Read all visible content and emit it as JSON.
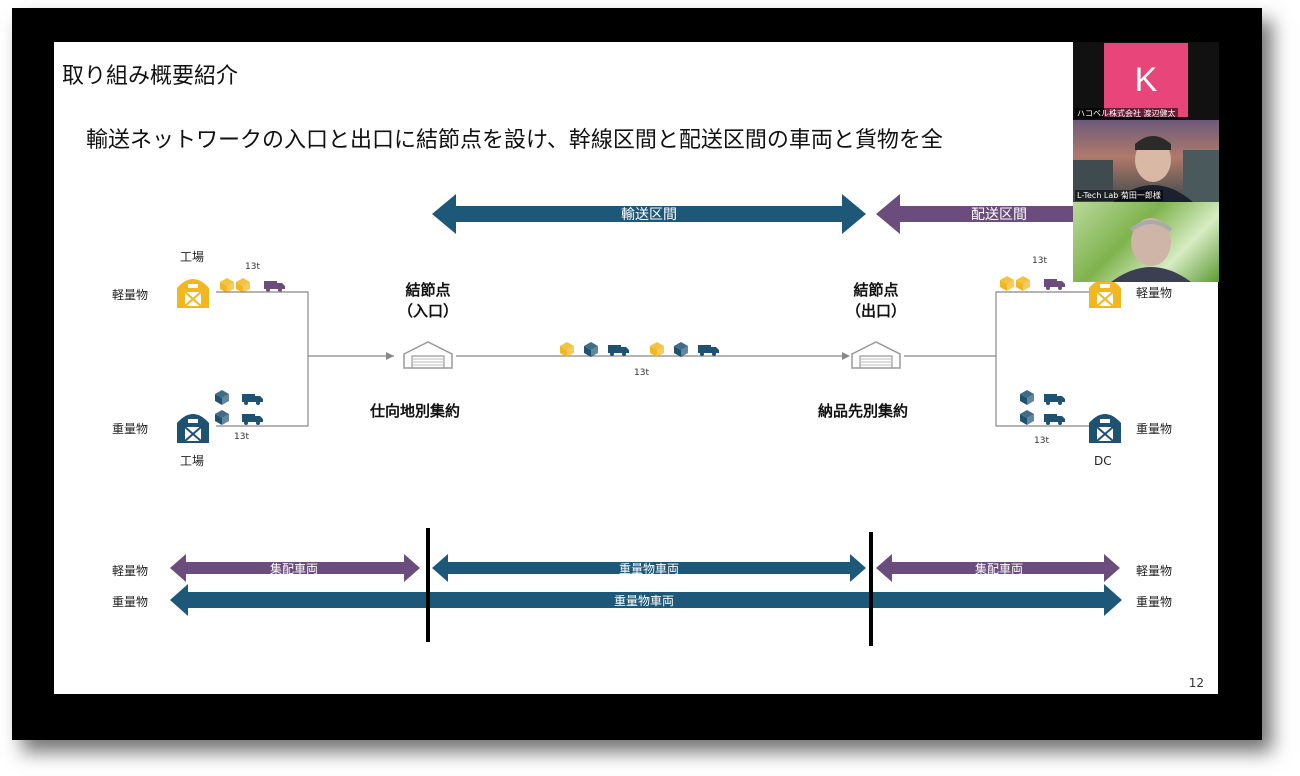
{
  "slide": {
    "title": "取り組み概要紹介",
    "subtitle": "輸送ネットワークの入口と出口に結節点を設け、幹線区間と配送区間の車両と貨物を全",
    "page_number": "12"
  },
  "top_arrows": {
    "transport": "輸送区間",
    "delivery": "配送区間"
  },
  "left": {
    "factory_top": "工場",
    "factory_bottom": "工場",
    "light": "軽量物",
    "heavy": "重量物",
    "load_top": "13t",
    "load_bottom": "13t"
  },
  "node_in": {
    "title": "結節点",
    "sub": "（入口）",
    "caption": "仕向地別集約"
  },
  "node_out": {
    "title": "結節点",
    "sub": "（出口）",
    "caption": "納品先別集約"
  },
  "mid_load": "13t",
  "right": {
    "light": "軽量物",
    "heavy": "重量物",
    "dc": "DC",
    "load_top": "13t",
    "load_bottom": "13t"
  },
  "bottom": {
    "light_left": "軽量物",
    "heavy_left": "重量物",
    "light_right": "軽量物",
    "heavy_right": "重量物",
    "collect_left": "集配車両",
    "heavy_mid": "重量物車両",
    "collect_right": "集配車両",
    "heavy_full": "重量物車両"
  },
  "participants": {
    "k_initial": "K",
    "name1": "ハコベル株式会社 渡辺健太",
    "name2": "L-Tech Lab 菊田一郎様"
  },
  "colors": {
    "teal": "#1e5878",
    "purple": "#6b4d7d",
    "gold": "#f2b720",
    "navy": "#1f5271",
    "pink": "#e8457a"
  }
}
